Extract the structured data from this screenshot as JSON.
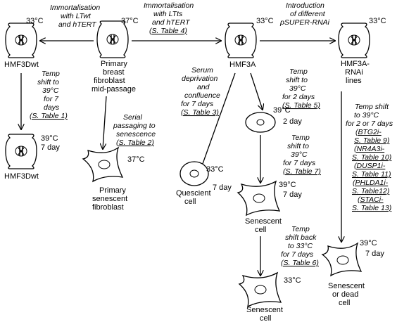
{
  "cells": {
    "hmf3dwt_top": {
      "label": "HMF3Dwt",
      "temp": "33°C"
    },
    "primary_breast": {
      "label_lines": [
        "Primary",
        "breast",
        "fibroblast",
        "mid-passage"
      ],
      "temp": "37°C"
    },
    "hmf3a": {
      "label": "HMF3A",
      "temp": "33°C"
    },
    "hmf3a_rnai": {
      "label_lines": [
        "HMF3A-",
        "RNAi",
        "lines"
      ],
      "temp": "33°C"
    },
    "hmf3dwt_bottom": {
      "label": "HMF3Dwt",
      "temp": "39°C",
      "time": "7 day"
    },
    "primary_senescent": {
      "label_lines": [
        "Primary",
        "senescent",
        "fibroblast"
      ],
      "temp": "37°C"
    },
    "quiescent": {
      "label_lines": [
        "Quescient",
        "cell"
      ],
      "temp": "33°C",
      "time": "7 day"
    },
    "hmf3a_2day": {
      "temp": "39°C",
      "time": "2 day"
    },
    "senescent_mid": {
      "label_lines": [
        "Senescent",
        "cell"
      ],
      "temp": "39°C",
      "time": "7 day"
    },
    "senescent_bottom": {
      "label_lines": [
        "Senescent",
        "cell"
      ],
      "temp": "33°C"
    },
    "senescent_dead": {
      "label_lines": [
        "Senescent",
        "or dead",
        "cell"
      ],
      "temp": "39°C",
      "time": "7 day"
    }
  },
  "annotations": {
    "immortal_lt_wt": [
      "Immortalisation",
      "with LTwt",
      "and hTERT"
    ],
    "immortal_lts": [
      "Immortalisation",
      "with LTts",
      "and hTERT"
    ],
    "immortal_lts_ref": "(S. Table 4)",
    "introduction": [
      "Introduction",
      "of different",
      "pSUPER-RNAi"
    ],
    "temp_shift_dwt": [
      "Temp",
      "shift to",
      "39°C",
      "for 7",
      "days"
    ],
    "temp_shift_dwt_ref": "(S. Table 1)",
    "serial_passaging": [
      "Serial",
      "passaging to",
      "senescence"
    ],
    "serial_passaging_ref": "(S. Table 2)",
    "serum_deprivation": [
      "Serum",
      "deprivation",
      "and",
      "confluence",
      "for 7 days"
    ],
    "serum_deprivation_ref": "(S. Table 3)",
    "temp_shift_2days": [
      "Temp",
      "shift to",
      "39°C",
      "for 2 days"
    ],
    "temp_shift_2days_ref": "(S. Table 5)",
    "temp_shift_7days": [
      "Temp",
      "shift to",
      "39°C",
      "for 7 days"
    ],
    "temp_shift_7days_ref": "(S. Table 7)",
    "temp_shift_back": [
      "Temp",
      "shift back",
      "to 33°C",
      "for 7 days"
    ],
    "temp_shift_back_ref": "(S. Table 6)",
    "rnai_shift": [
      "Temp shift",
      "to 39°C",
      "for 2 or 7 days"
    ],
    "rnai_refs": [
      "(BTG2i-",
      "S. Table 9)",
      "(NR4A3i-",
      "S. Table 10)",
      "(DUSP1i-",
      "S. Table 11)",
      "(PHLDA1i-",
      "S. Table12)",
      "(STACi-",
      "S. Table 13)"
    ]
  }
}
